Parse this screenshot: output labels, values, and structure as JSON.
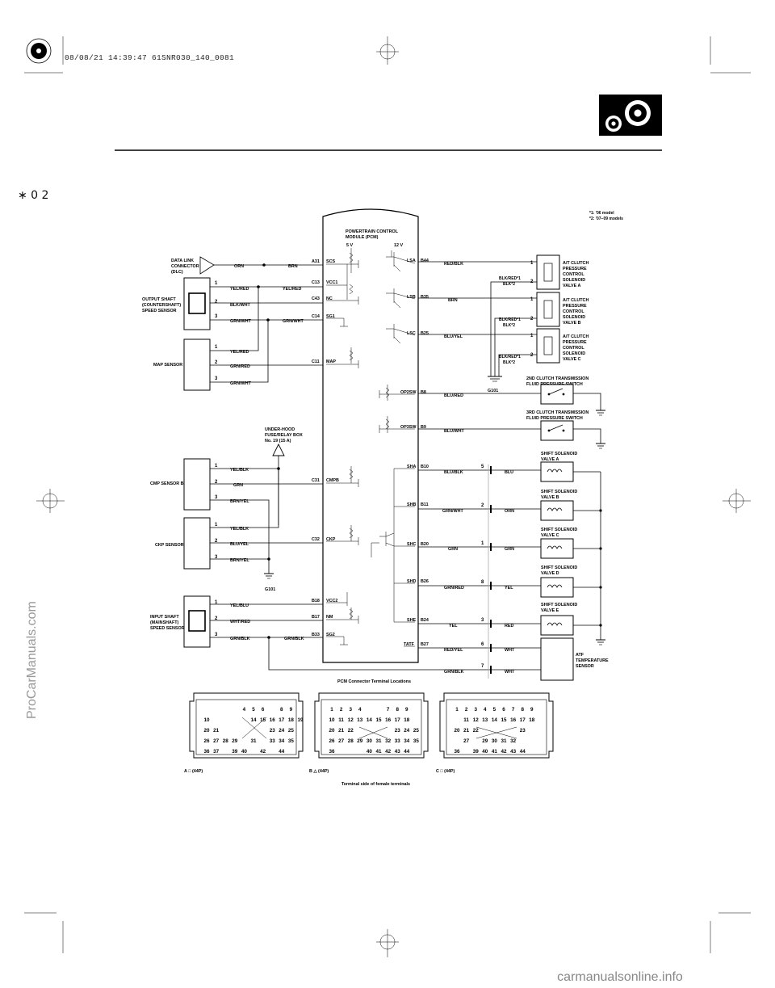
{
  "print_stamp": "08/08/21 14:39:47 61SNR030_140_0081",
  "page_mark": "∗ 0 2",
  "side_watermark": "ProCarManuals.com",
  "footer_watermark": "carmanualsonline.info",
  "icon": "gears-icon",
  "notes": [
    "*1: '06 model",
    "*2: '07−09 models"
  ],
  "pcm": {
    "title_line1": "POWERTRAIN CONTROL",
    "title_line2": "MODULE (PCM)",
    "v5": "5 V",
    "v12": "12 V",
    "left_pins": [
      {
        "pin": "A31",
        "sig": "SCS"
      },
      {
        "pin": "C13",
        "sig": "VCC1"
      },
      {
        "pin": "C43",
        "sig": "NC"
      },
      {
        "pin": "C14",
        "sig": "SG1"
      },
      {
        "pin": "C11",
        "sig": "MAP"
      },
      {
        "pin": "C31",
        "sig": "CMPB"
      },
      {
        "pin": "C32",
        "sig": "CKP"
      },
      {
        "pin": "B18",
        "sig": "VCC2"
      },
      {
        "pin": "B17",
        "sig": "NM"
      },
      {
        "pin": "B33",
        "sig": "SG2"
      }
    ],
    "right_pins": [
      {
        "sig": "LSA",
        "pin": "B44"
      },
      {
        "sig": "LSB",
        "pin": "B35"
      },
      {
        "sig": "LSC",
        "pin": "B25"
      },
      {
        "sig": "OP2SW",
        "pin": "B8"
      },
      {
        "sig": "OP3SW",
        "pin": "B9"
      },
      {
        "sig": "SHA",
        "pin": "B10"
      },
      {
        "sig": "SHB",
        "pin": "B11"
      },
      {
        "sig": "SHC",
        "pin": "B20"
      },
      {
        "sig": "SHD",
        "pin": "B26"
      },
      {
        "sig": "SHE",
        "pin": "B24"
      },
      {
        "sig": "TATF",
        "pin": "B27"
      }
    ]
  },
  "left_components": {
    "dlc": [
      "DATA LINK",
      "CONNECTOR",
      "(DLC)"
    ],
    "oss": [
      "OUTPUT SHAFT",
      "(COUNTERSHAFT)",
      "SPEED SENSOR"
    ],
    "map": [
      "MAP SENSOR"
    ],
    "cmp": [
      "CMP SENSOR B"
    ],
    "ckp": [
      "CKP SENSOR"
    ],
    "iss": [
      "INPUT SHAFT",
      "(MAINSHAFT)",
      "SPEED SENSOR"
    ],
    "fuse": [
      "UNDER-HOOD",
      "FUSE/RELAY BOX",
      "No. 19 (15 A)"
    ],
    "ground": "G101"
  },
  "left_wires": {
    "dlc": [
      "ORN",
      "BRN"
    ],
    "oss": [
      "YEL/RED",
      "BLK/WHT",
      "GRN/WHT"
    ],
    "oss_far": [
      "YEL/RED",
      "GRN/WHT"
    ],
    "map": [
      "YEL/RED",
      "GRN/RED",
      "GRN/WHT"
    ],
    "cmp": [
      "YEL/BLK",
      "GRN",
      "BRN/YEL"
    ],
    "ckp": [
      "YEL/BLK",
      "BLU/YEL",
      "BRN/YEL"
    ],
    "iss": [
      "YEL/BLU",
      "WHT/RED",
      "GRN/BLK"
    ],
    "iss_far": "GRN/BLK"
  },
  "pin_numbers": [
    "1",
    "2",
    "3"
  ],
  "right_wires": {
    "pcm": [
      "RED/BLK",
      "BRN",
      "BLU/YEL",
      "BLU/RED",
      "BLU/WHT",
      "BLU/BLK",
      "GRN/WHT",
      "GRN",
      "GRN/RED",
      "YEL",
      "RED/YEL",
      "GRN/BLK"
    ],
    "blkred": "BLK/RED*1",
    "blk": "BLK*2",
    "ground": "G101",
    "junction_pins": [
      "5",
      "2",
      "1",
      "8",
      "3",
      "6",
      "7"
    ],
    "device_side": [
      "BLU",
      "ORN",
      "GRN",
      "YEL",
      "RED",
      "WHT",
      "WHT"
    ]
  },
  "right_components": {
    "valve_a": [
      "A/T CLUTCH",
      "PRESSURE",
      "CONTROL",
      "SOLENOID",
      "VALVE A"
    ],
    "valve_b": [
      "A/T CLUTCH",
      "PRESSURE",
      "CONTROL",
      "SOLENOID",
      "VALVE B"
    ],
    "valve_c": [
      "A/T CLUTCH",
      "PRESSURE",
      "CONTROL",
      "SOLENOID",
      "VALVE C"
    ],
    "sw2": [
      "2ND CLUTCH TRANSMISSION",
      "FLUID PRESSURE SWITCH"
    ],
    "sw3": [
      "3RD CLUTCH TRANSMISSION",
      "FLUID PRESSURE SWITCH"
    ],
    "sol_a": [
      "SHIFT SOLENOID",
      "VALVE A"
    ],
    "sol_b": [
      "SHIFT SOLENOID",
      "VALVE B"
    ],
    "sol_c": [
      "SHIFT SOLENOID",
      "VALVE C"
    ],
    "sol_d": [
      "SHIFT SOLENOID",
      "VALVE D"
    ],
    "sol_e": [
      "SHIFT SOLENOID",
      "VALVE E"
    ],
    "atf": [
      "ATF",
      "TEMPERATURE",
      "SENSOR"
    ]
  },
  "connectors": {
    "title": "PCM Connector Terminal Locations",
    "footer": "Terminal side of female terminals",
    "a": {
      "label": "A □ (44P)",
      "rows": [
        [
          "",
          "",
          "",
          "",
          "4",
          "5",
          "6",
          "",
          "8",
          "9"
        ],
        [
          "10",
          "",
          "",
          "",
          "",
          "14",
          "15",
          "16",
          "17",
          "18",
          "19"
        ],
        [
          "20",
          "21",
          "",
          "",
          "",
          "",
          "",
          "23",
          "24",
          "25"
        ],
        [
          "26",
          "27",
          "28",
          "29",
          "",
          "31",
          "",
          "33",
          "34",
          "35"
        ],
        [
          "36",
          "37",
          "",
          "39",
          "40",
          "",
          "42",
          "",
          "44"
        ]
      ]
    },
    "b": {
      "label": "B △ (44P)",
      "rows": [
        [
          "1",
          "2",
          "3",
          "4",
          "",
          "",
          "7",
          "8",
          "9"
        ],
        [
          "10",
          "11",
          "12",
          "13",
          "14",
          "15",
          "16",
          "17",
          "18"
        ],
        [
          "20",
          "21",
          "22",
          "",
          "",
          "",
          "",
          "23",
          "24",
          "25"
        ],
        [
          "26",
          "27",
          "28",
          "29",
          "30",
          "31",
          "32",
          "33",
          "34",
          "35"
        ],
        [
          "36",
          "",
          "",
          "",
          "40",
          "41",
          "42",
          "43",
          "44"
        ]
      ]
    },
    "c": {
      "label": "C □ (44P)",
      "rows": [
        [
          "1",
          "2",
          "3",
          "4",
          "5",
          "6",
          "7",
          "8",
          "9"
        ],
        [
          "",
          "11",
          "12",
          "13",
          "14",
          "15",
          "16",
          "17",
          "18"
        ],
        [
          "20",
          "21",
          "22",
          "",
          "",
          "",
          "",
          "23"
        ],
        [
          "",
          "27",
          "",
          "29",
          "30",
          "31",
          "32"
        ],
        [
          "36",
          "",
          "39",
          "40",
          "41",
          "42",
          "43",
          "44"
        ]
      ]
    }
  }
}
